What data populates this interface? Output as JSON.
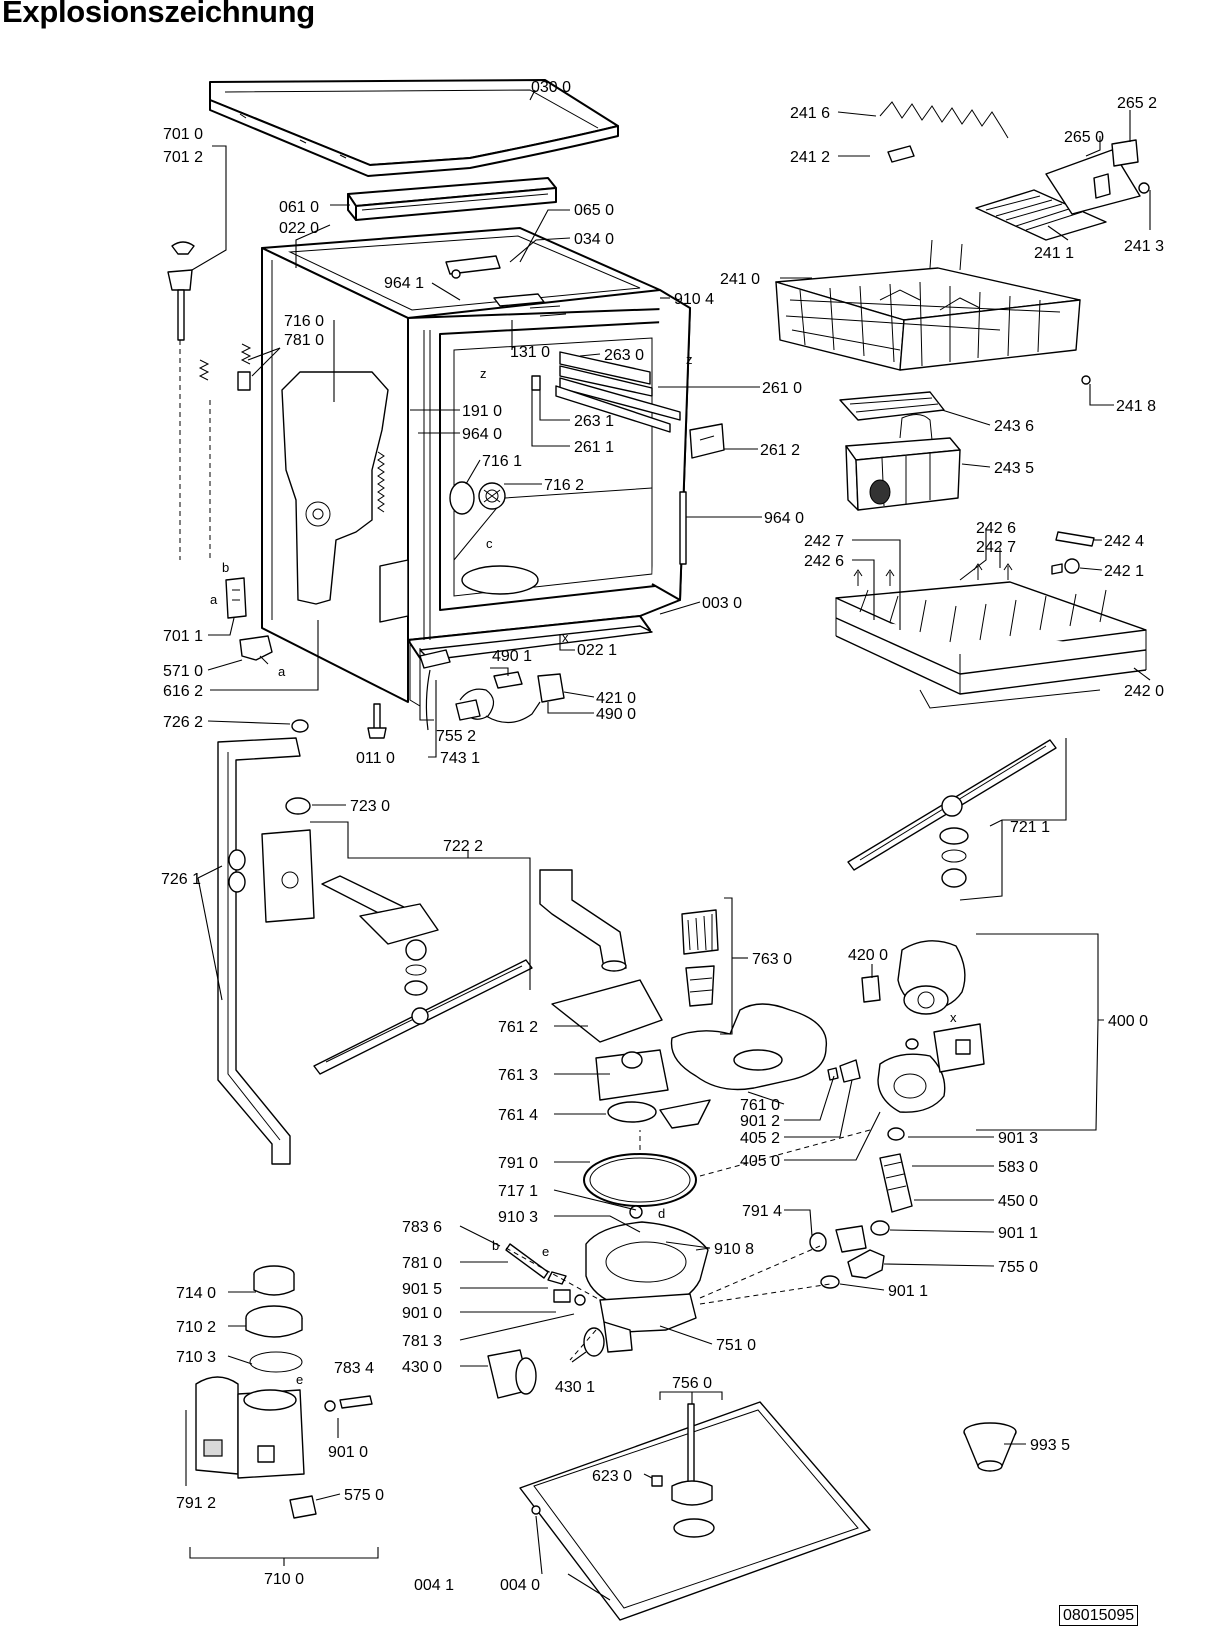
{
  "title": "Explosionszeichnung",
  "document_number": "08015095",
  "callouts": {
    "c0300": "030 0",
    "c7010": "701 0",
    "c7012": "701 2",
    "c0610": "061 0",
    "c0650": "065 0",
    "c0220": "022 0",
    "c0340": "034 0",
    "c9641": "964 1",
    "c9104": "910 4",
    "c7160": "716 0",
    "c7810": "781 0",
    "c1310": "131 0",
    "c2630": "263 0",
    "c2610": "261 0",
    "c1910": "191 0",
    "c9640a": "964 0",
    "c2631": "263 1",
    "c2611": "261 1",
    "c2612": "261 2",
    "c7161": "716 1",
    "c7162": "716 2",
    "c9640b": "964 0",
    "c0030": "003 0",
    "c7011": "701 1",
    "c4901": "490 1",
    "c0221": "022 1",
    "c5710": "571 0",
    "c4210": "421 0",
    "c6162": "616 2",
    "c4900": "490 0",
    "c7262": "726 2",
    "c7552": "755 2",
    "c0110": "011 0",
    "c7431": "743 1",
    "c7230": "723 0",
    "c7222": "722 2",
    "c7261": "726 1",
    "c2416": "241 6",
    "c2652": "265 2",
    "c2650": "265 0",
    "c2412": "241 2",
    "c2411": "241 1",
    "c2413": "241 3",
    "c2410": "241 0",
    "c2418": "241 8",
    "c2436": "243 6",
    "c2435": "243 5",
    "c2427a": "242 7",
    "c2426a": "242 6",
    "c2426b": "242 6",
    "c2427b": "242 7",
    "c2424": "242 4",
    "c2421": "242 1",
    "c2420": "242 0",
    "c7211": "721 1",
    "c7630": "763 0",
    "c4200": "420 0",
    "c4000": "400 0",
    "c7612": "761 2",
    "c7613": "761 3",
    "c7614": "761 4",
    "c7610": "761 0",
    "c9012": "901 2",
    "c4052": "405 2",
    "c4050": "405 0",
    "c9013": "901 3",
    "c7910": "791 0",
    "c5830": "583 0",
    "c7171": "717 1",
    "c4500": "450 0",
    "c9103": "910 3",
    "c7914": "791 4",
    "c9011a": "901 1",
    "c7836": "783 6",
    "c9108": "910 8",
    "c7550": "755 0",
    "c7810b": "781 0",
    "c9015": "901 5",
    "c9011b": "901 1",
    "c9010a": "901 0",
    "c7813": "781 3",
    "c7510": "751 0",
    "c4300": "430 0",
    "c4301": "430 1",
    "c7140": "714 0",
    "c7102": "710 2",
    "c7103": "710 3",
    "c7834": "783 4",
    "c7912": "791 2",
    "c9010b": "901 0",
    "c5750": "575 0",
    "c7100": "710 0",
    "c7560": "756 0",
    "c6230": "623 0",
    "c9935": "993 5",
    "c0041": "004 1",
    "c0040": "004 0"
  },
  "letters": {
    "z1": "z",
    "z2": "z",
    "c": "c",
    "x1": "x",
    "b1": "b",
    "a1": "a",
    "a2": "a",
    "x2": "x",
    "d": "d",
    "b2": "b",
    "e1": "e",
    "e2": "e"
  }
}
